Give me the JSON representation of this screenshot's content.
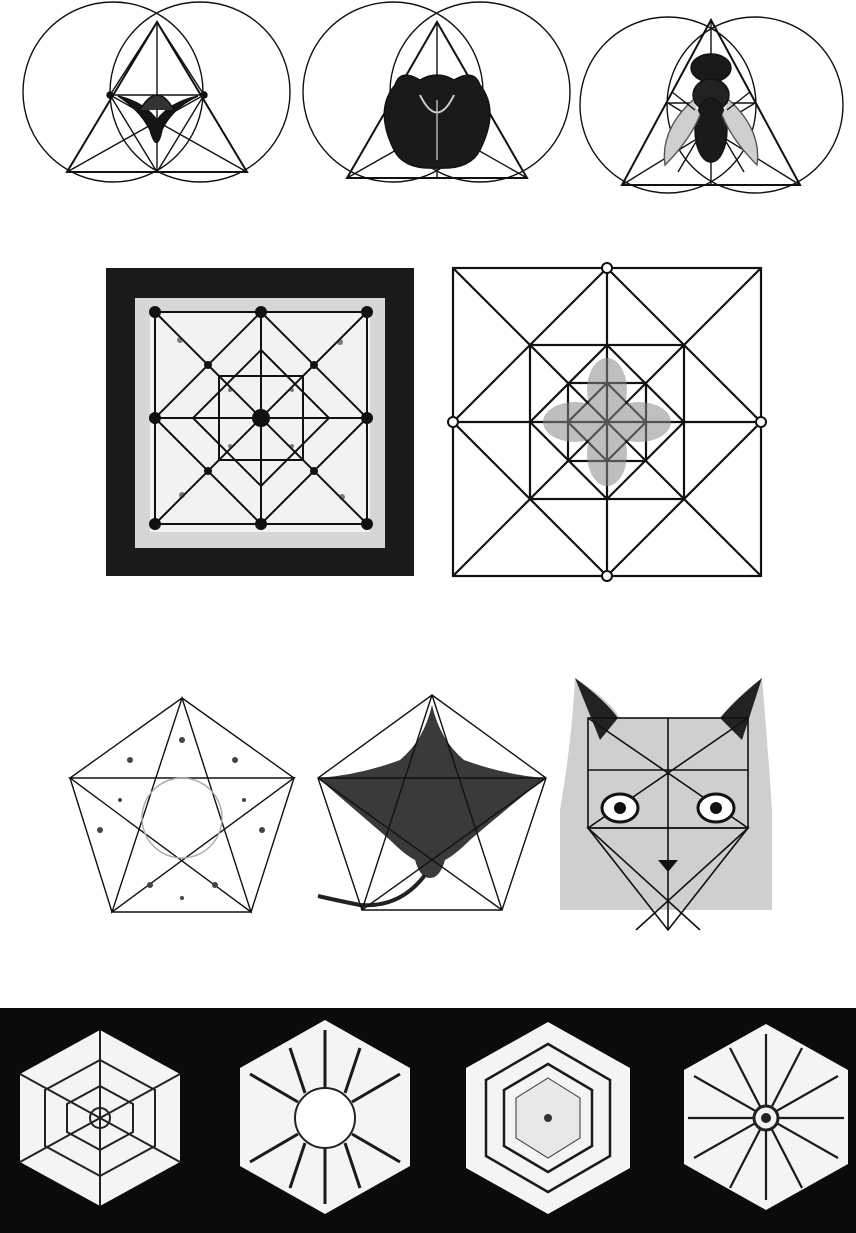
{
  "colors": {
    "ink": "#111111",
    "paper": "#ffffff",
    "dark_panel": "#0b0b0b",
    "crystal": "#f4f4f4"
  },
  "rows": [
    {
      "id": "vesica-triangles",
      "figures": [
        "flower-icon",
        "seed-pod-icon",
        "housefly-icon"
      ]
    },
    {
      "id": "square-mandalas",
      "figures": [
        "chladni-square-icon",
        "cross-flower-square-icon"
      ]
    },
    {
      "id": "pentagons",
      "figures": [
        "starfish-pentagram-icon",
        "stingray-pentagon-icon",
        "cat-face-grid-icon"
      ]
    },
    {
      "id": "snowflakes",
      "figures": [
        "snowflake-1-icon",
        "snowflake-2-icon",
        "snowflake-3-icon",
        "snowflake-4-icon"
      ]
    }
  ]
}
